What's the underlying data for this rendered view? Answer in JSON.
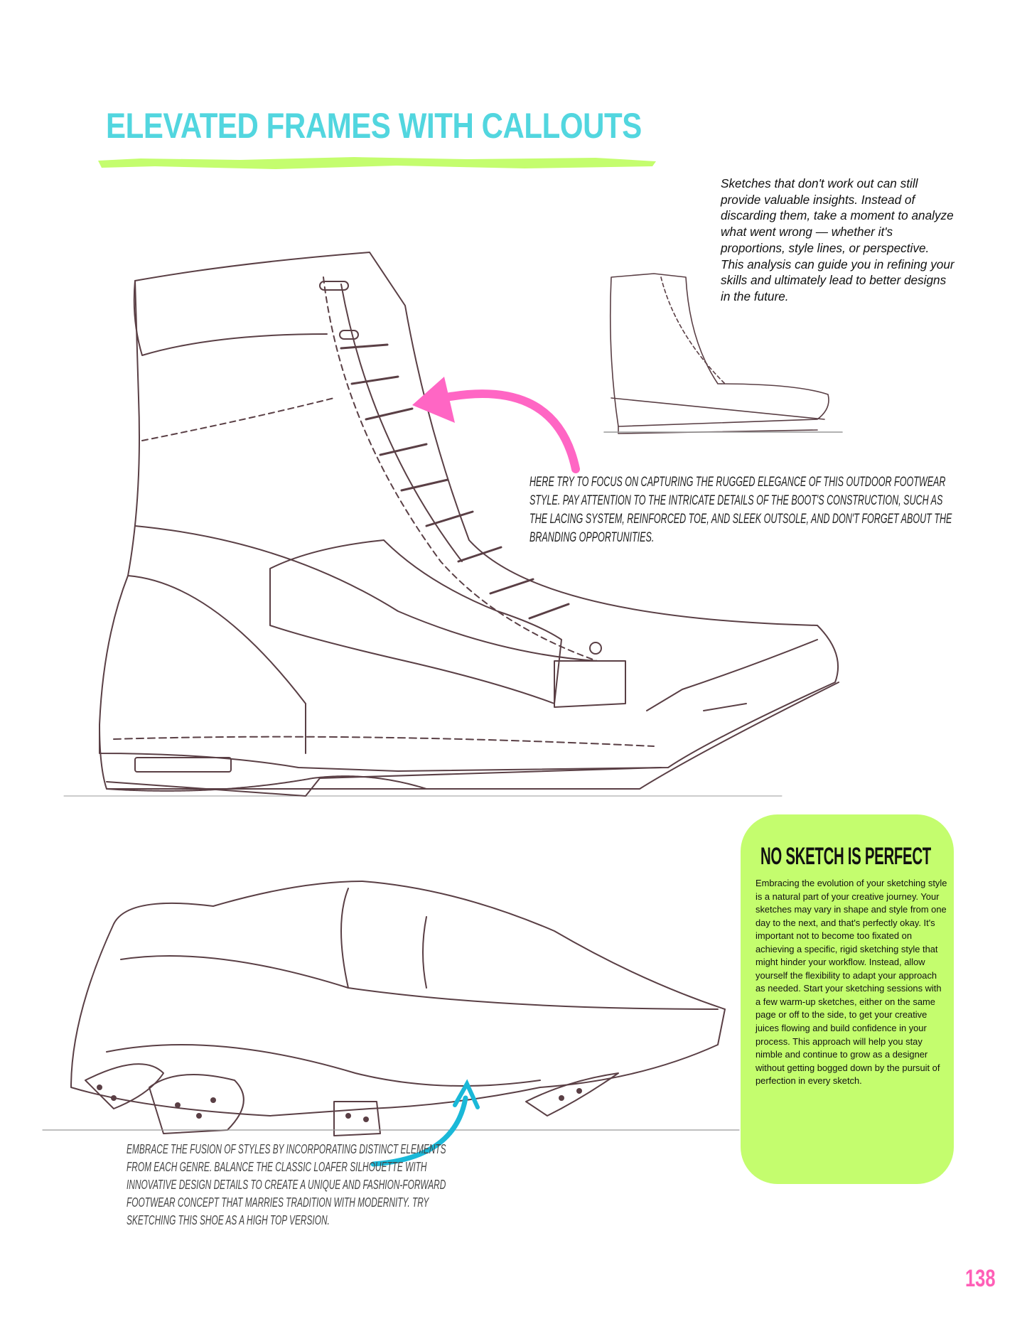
{
  "page": {
    "title": "ELEVATED FRAMES WITH CALLOUTS",
    "page_number": "138",
    "colors": {
      "title": "#52d6df",
      "brush_stroke": "#c4fd6e",
      "green_box": "#c4fd6e",
      "pink_arrow": "#ff66c4",
      "blue_arrow": "#1ab8d8",
      "page_number": "#ff5fb7",
      "sketch_line": "#5a3f45"
    }
  },
  "side_note": {
    "text": "Sketches that don't work out can still provide valuable insights. Instead of discarding them, take a moment to analyze what went wrong — whether it's proportions, style lines, or perspective. This analysis can guide you in refining your skills and ultimately lead to better designs in the future."
  },
  "callout_top": {
    "lines": [
      "Here try to focus on capturing the rugged elegance of this outdoor footwear",
      "style. Pay attention to the intricate details of the boot's construction, such as",
      "the lacing system, reinforced toe, and sleek outsole, and don't forget about the",
      "branding opportunities."
    ]
  },
  "callout_bottom": {
    "lines": [
      "Embrace the fusion of styles by incorporating distinct elements",
      "from each genre. Balance the classic loafer silhouette with",
      "innovative design details to create a unique and fashion-forward",
      "footwear concept that marries tradition with modernity. Try",
      "sketching this shoe as a high top version."
    ]
  },
  "green_box": {
    "title": "NO SKETCH IS PERFECT",
    "body": "Embracing the evolution of your sketching style is a natural part of your creative journey. Your sketches may vary in shape and style from one day to the next, and that's perfectly okay. It's important not to become too fixated on achieving a specific, rigid sketching style that might hinder your workflow. Instead, allow yourself the flexibility to adapt your approach as needed. Start your sketching sessions with a few warm-up sketches, either on the same page or off to the side, to get your creative juices flowing and build confidence in your process. This approach will help you stay nimble and continue to grow as a designer without getting bogged down by the pursuit of perfection in every sketch."
  }
}
